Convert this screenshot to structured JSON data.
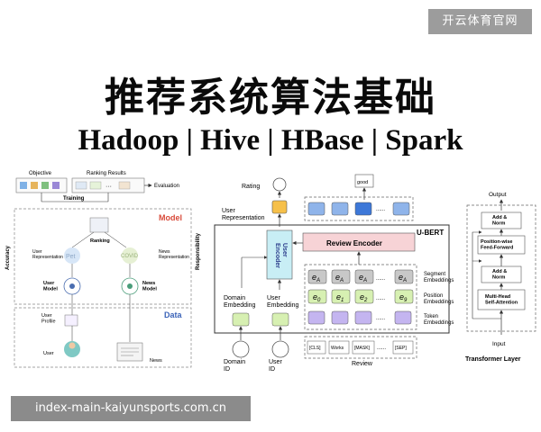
{
  "header": {
    "watermark": "开云体育官网",
    "title": "推荐系统算法基础",
    "subtitle": "Hadoop | Hive | HBase | Spark"
  },
  "footer": {
    "url": "index-main-kaiyunsports.com.cn"
  },
  "left_diagram": {
    "objective": "Objective",
    "ranking_results": "Ranking Results",
    "evaluation": "Evaluation",
    "training": "Training",
    "model_section": "Model",
    "data_section": "Data",
    "ranking": "Ranking",
    "user_representation": "User\nRepresentation",
    "news_representation": "News\nRepresentation",
    "pet": "Pet",
    "covid": "COVID",
    "user_model": "User\nModel",
    "news_model": "News\nModel",
    "user_profile": "User\nProfile",
    "user": "User",
    "news": "News",
    "accuracy": "Accuracy",
    "responsibility": "Responsibility"
  },
  "center_diagram": {
    "rating": "Rating",
    "user_representation": "User\nRepresentation",
    "good": "good",
    "ubert": "U-BERT",
    "user_encoder": "User\nEncoder",
    "review_encoder": "Review Encoder",
    "domain_embedding": "Domain\nEmbedding",
    "user_embedding": "User\nEmbedding",
    "segment_embeddings": "Segment\nEmbeddings",
    "position_embeddings": "Position\nEmbeddings",
    "token_embeddings": "Token\nEmbeddings",
    "domain_id": "Domain\nID",
    "user_id": "User\nID",
    "segment_labels": [
      "e",
      "e",
      "e",
      "e"
    ],
    "segment_subscripts": [
      "A",
      "A",
      "A",
      "A"
    ],
    "position_labels": [
      "e",
      "e",
      "e",
      "e"
    ],
    "position_subscripts": [
      "0",
      "1",
      "2",
      "9"
    ],
    "tokens": [
      "[CLS]",
      "Works",
      "[MASK]",
      "[SEP]"
    ],
    "dots": "......",
    "review": "Review"
  },
  "right_diagram": {
    "output": "Output",
    "add_norm_top": "Add &\nNorm",
    "feed_forward": "Position-wise\nFeed-Forward",
    "add_norm_bottom": "Add &\nNorm",
    "attention": "Multi-Head\nSelf-Attention",
    "input": "Input",
    "transformer_layer": "Transformer Layer"
  },
  "colors": {
    "orange": "#f6c04a",
    "blue": "#8fb4ea",
    "blue_dark": "#3d78d8",
    "green": "#d7f0b2",
    "purple": "#c4b5f0",
    "gray": "#c8c8c8",
    "pink": "#f7d3d6",
    "cyan": "#c8eef5",
    "dashed": "#555555"
  }
}
